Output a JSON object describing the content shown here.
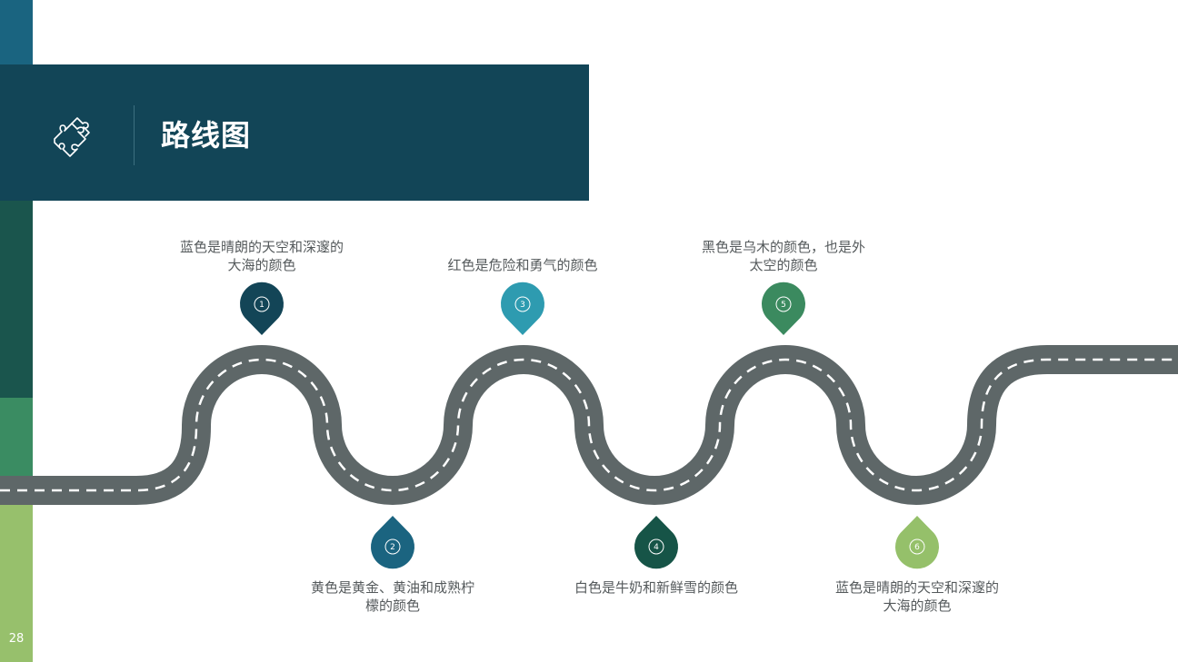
{
  "slide": {
    "title": "路线图",
    "page_number": "28"
  },
  "icons": {
    "title_icon": "puzzle-piece-icon",
    "marker_icon": "map-pin-icon"
  },
  "colors": {
    "title_bar": "#124557",
    "road": "#5e6768",
    "road_dash": "#ffffff",
    "text": "#555a5c",
    "band_blue": "#1a6480",
    "band_dark_green": "#1a554d",
    "band_green": "#3a8c62",
    "band_light_green": "#97c06c"
  },
  "milestones": [
    {
      "number": "1",
      "text": "蓝色是晴朗的天空和深邃的大海的颜色",
      "color": "#134557"
    },
    {
      "number": "2",
      "text": "黄色是黄金、黄油和成熟柠檬的颜色",
      "color": "#1b6480"
    },
    {
      "number": "3",
      "text": "红色是危险和勇气的颜色",
      "color": "#2e9bb0"
    },
    {
      "number": "4",
      "text": "白色是牛奶和新鲜雪的颜色",
      "color": "#165447"
    },
    {
      "number": "5",
      "text": "黑色是乌木的颜色，也是外太空的颜色",
      "color": "#3b8a5f"
    },
    {
      "number": "6",
      "text": "蓝色是晴朗的天空和深邃的大海的颜色",
      "color": "#95c06a"
    }
  ]
}
